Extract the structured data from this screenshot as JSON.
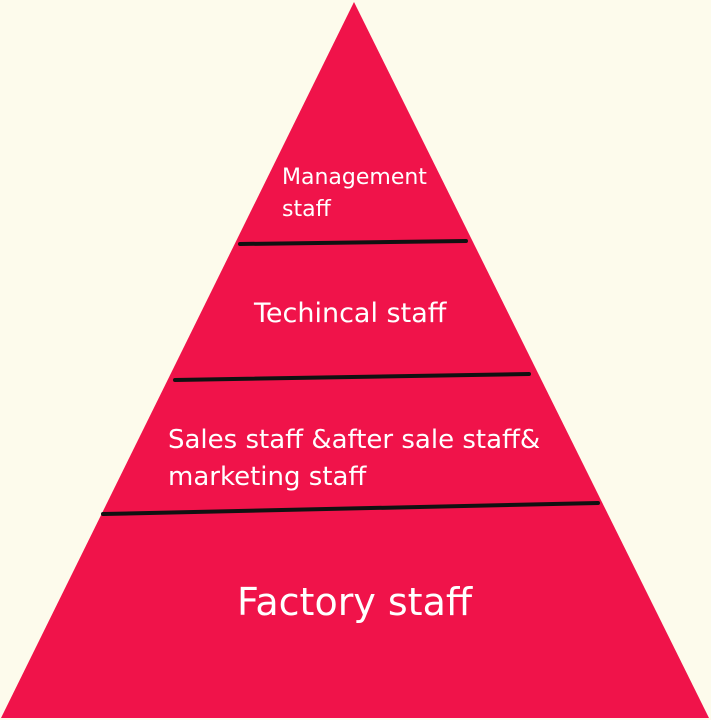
{
  "colors": {
    "background": "#fdfbec",
    "pyramid_fill": "#f0134a",
    "divider": "#111111",
    "text": "#ffffff"
  },
  "pyramid": {
    "tiers": [
      {
        "lines": [
          "Management",
          "staff"
        ]
      },
      {
        "lines": [
          "Techincal staff"
        ]
      },
      {
        "lines": [
          "Sales staff &after sale staff&",
          "marketing staff"
        ]
      },
      {
        "lines": [
          "Factory staff"
        ]
      }
    ]
  }
}
